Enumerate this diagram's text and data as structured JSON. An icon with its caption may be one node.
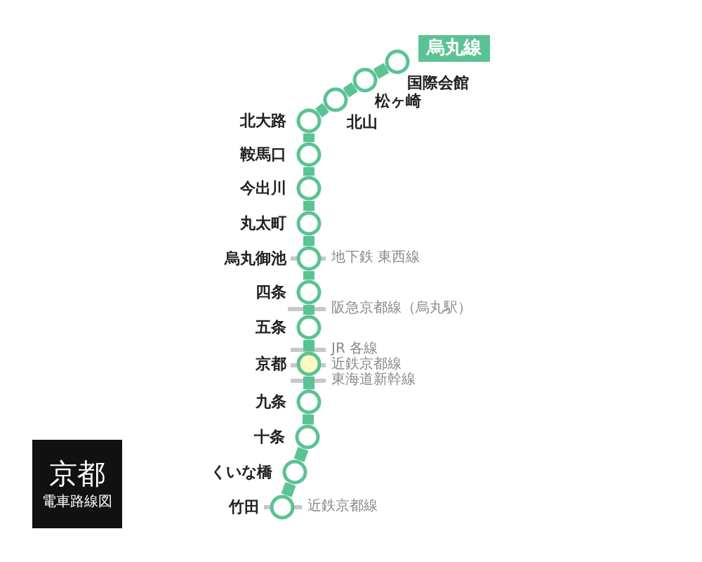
{
  "diagram": {
    "nodes": [
      {
        "text": [
          "烏丸線"
        ]
      },
      {
        "text": [],
        "shape": "circle",
        "beside": [
          "国際会館"
        ]
      },
      {
        "text": [],
        "shape": "circle",
        "beside": [
          "松ヶ崎"
        ]
      },
      {
        "text": [],
        "shape": "circle",
        "beside": [
          "北山"
        ]
      },
      {
        "text": [],
        "shape": "circle",
        "beside": [
          "北大路"
        ]
      },
      {
        "text": [],
        "shape": "circle",
        "beside": [
          "鞍馬口"
        ]
      },
      {
        "text": [],
        "shape": "circle",
        "beside": [
          "今出川"
        ]
      },
      {
        "text": [],
        "shape": "circle",
        "beside": [
          "丸太町"
        ]
      },
      {
        "text": [],
        "shape": "circle",
        "beside": [
          "烏丸御池"
        ]
      },
      {
        "text": [],
        "shape": "circle",
        "beside": [
          "四条"
        ]
      },
      {
        "text": [],
        "shape": "circle",
        "beside": [
          "五条"
        ]
      },
      {
        "text": [],
        "shape": "circle",
        "beside": [
          "京都"
        ]
      },
      {
        "text": [],
        "shape": "circle",
        "beside": [
          "九条"
        ]
      },
      {
        "text": [],
        "shape": "circle",
        "beside": [
          "十条"
        ]
      },
      {
        "text": [],
        "shape": "circle",
        "beside": [
          "くいな橋"
        ]
      },
      {
        "text": [],
        "shape": "circle",
        "beside": [
          "竹田"
        ]
      },
      {
        "text": [
          "京都",
          "電車路線図"
        ]
      }
    ],
    "edges": [
      {
        "from": 1,
        "to": 2,
        "arrow": "none"
      },
      {
        "from": 2,
        "to": 3,
        "arrow": "none"
      },
      {
        "from": 3,
        "to": 4,
        "arrow": "none"
      },
      {
        "from": 4,
        "to": 5,
        "arrow": "none"
      },
      {
        "from": 5,
        "to": 6,
        "arrow": "none"
      },
      {
        "from": 6,
        "to": 7,
        "arrow": "none"
      },
      {
        "from": 7,
        "to": 8,
        "arrow": "none"
      },
      {
        "from": 8,
        "to": 9,
        "arrow": "none"
      },
      {
        "from": 9,
        "to": 10,
        "arrow": "none"
      },
      {
        "from": 10,
        "to": 11,
        "arrow": "none"
      },
      {
        "from": 11,
        "to": 12,
        "arrow": "none"
      },
      {
        "from": 12,
        "to": 13,
        "arrow": "none"
      },
      {
        "from": 13,
        "to": 14,
        "arrow": "none"
      },
      {
        "from": 14,
        "to": 15,
        "arrow": "none"
      }
    ],
    "labels": [
      "地下鉄 東西線",
      "阪急京都線（烏丸駅）",
      "JR 各線",
      "近鉄京都線",
      "東海道新幹線",
      "近鉄京都線"
    ]
  }
}
